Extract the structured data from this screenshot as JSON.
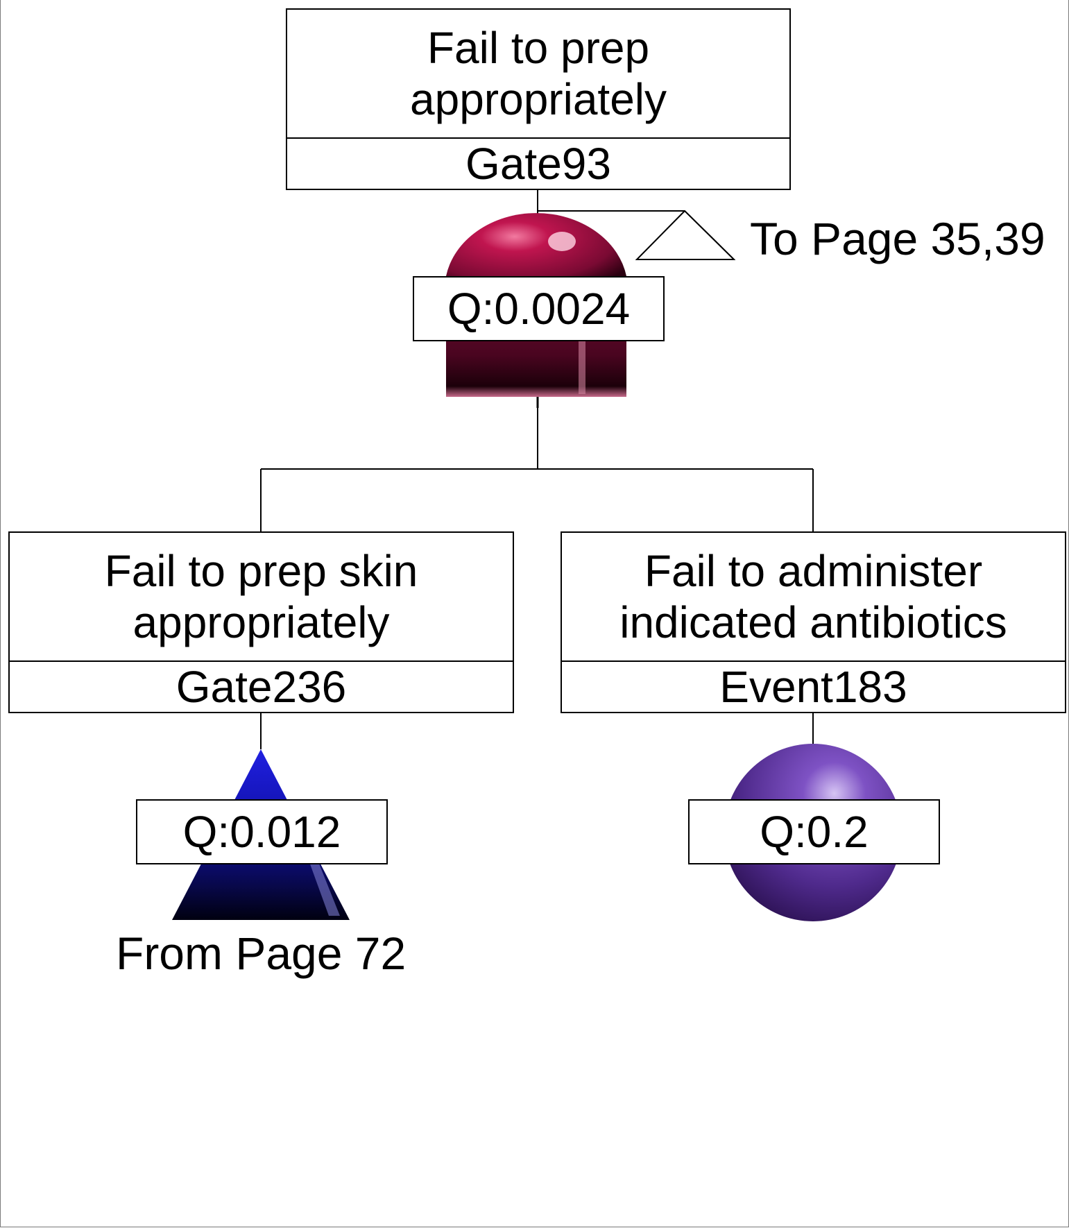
{
  "colors": {
    "or_gate": "#8c0f3c",
    "transfer_in": "#1a1acc",
    "basic_event": "#5a2e9a",
    "line": "#000000"
  },
  "nodes": {
    "top": {
      "description": "Fail to prep appropriately",
      "id": "Gate93",
      "gate_type": "or-gate",
      "probability": "Q:0.0024",
      "transfer_label": "To Page 35,39"
    },
    "left": {
      "description": "Fail to prep skin appropriately",
      "id": "Gate236",
      "gate_type": "transfer-in",
      "probability": "Q:0.012",
      "transfer_label": "From Page 72"
    },
    "right": {
      "description": "Fail to administer indicated antibiotics",
      "id": "Event183",
      "gate_type": "basic-event",
      "probability": "Q:0.2"
    }
  }
}
